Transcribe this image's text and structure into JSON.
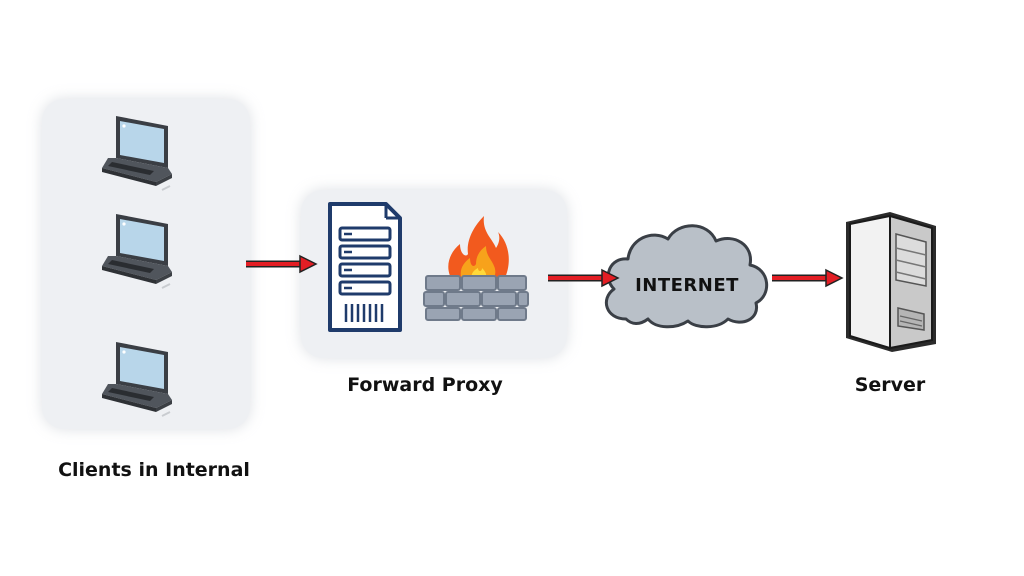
{
  "nodes": {
    "clients": {
      "label": "Clients in Internal",
      "count": 3
    },
    "proxy": {
      "label": "Forward Proxy"
    },
    "internet": {
      "label": "INTERNET"
    },
    "server": {
      "label": "Server"
    }
  },
  "edges": [
    {
      "from": "clients",
      "to": "proxy"
    },
    {
      "from": "proxy",
      "to": "internet"
    },
    {
      "from": "internet",
      "to": "server"
    }
  ],
  "icons": {
    "client": "laptop-icon",
    "proxy_server": "server-tower-icon",
    "firewall": "firewall-icon",
    "internet": "cloud-icon",
    "server": "server-computer-icon"
  },
  "colors": {
    "arrow": "#e31e24",
    "panel": "#eef0f3",
    "proxy_outline": "#1f3b6b",
    "cloud": "#b9c0c8",
    "flame": "#f25a1e"
  }
}
